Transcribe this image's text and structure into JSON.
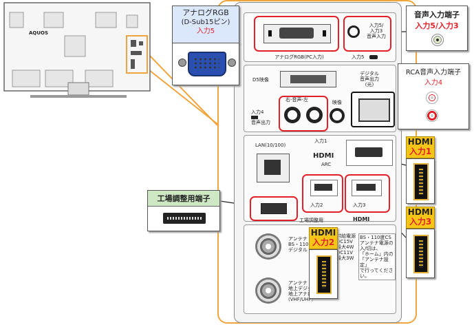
{
  "tv": {
    "brand": "AQUOS"
  },
  "panel": {
    "analog_rgb_label": "アナログRGB(PC入力)",
    "input5_label": "入力5",
    "audio_in_label_lines": [
      "入力5/",
      "入力3",
      "音声入力"
    ],
    "d5_label": "D5映像",
    "digital_audio_lines": [
      "デジタル",
      "音声出力"
    ],
    "digital_audio_suffix": "(光)",
    "audio_lr_label": "右-音声-左",
    "video_label": "映像",
    "input4_lines": [
      "入力4",
      "音声出力"
    ],
    "lan_label": "LAN(10/100)",
    "input1_label": "入力1",
    "hdmi_logo": "HDMI",
    "arc_label": "ARC",
    "input2_label": "入力2",
    "input3_label": "入力3",
    "factory_label": "工場調整用",
    "hdmi_logo2": "HDMI",
    "antenna_bs_lines": [
      "アンテナ",
      "BS・110°CS",
      "デジタル"
    ],
    "power_lines": [
      "供給電源",
      "DC15V",
      "最大4W",
      "DC11V",
      "最大3W"
    ],
    "bs_note_lines": [
      "BS・110度CS",
      "アンテナ電源の",
      "入/切は、",
      "「ホーム」内の",
      "「アンテナ設定」",
      "で行ってください。"
    ],
    "antenna_ground_lines": [
      "アンテナ",
      "地上デジタル",
      "地上アナログ",
      "(VHF/UHF)"
    ]
  },
  "callouts": {
    "analog_rgb": {
      "line1": "アナログRGB",
      "line2": "(D-Sub15ピン)",
      "line3": "入力5"
    },
    "audio_input": {
      "line1": "音声入力端子",
      "line2": "入力5/入力3"
    },
    "rca_audio": {
      "line1": "RCA音声入力端子",
      "line2": "入力4"
    },
    "factory": {
      "line1": "工場調整用端子"
    },
    "hdmi1": {
      "line1": "HDMI",
      "line2": "入力1"
    },
    "hdmi2": {
      "line1": "HDMI",
      "line2": "入力2"
    },
    "hdmi3": {
      "line1": "HDMI",
      "line2": "入力3"
    }
  },
  "colors": {
    "accent_red": "#e0212a",
    "outline_orange": "#f0a53c",
    "hdmi_yellow": "#f5c518",
    "rgb_blue_bg": "#dbe7fb",
    "factory_green_bg": "#cfe8c4"
  }
}
